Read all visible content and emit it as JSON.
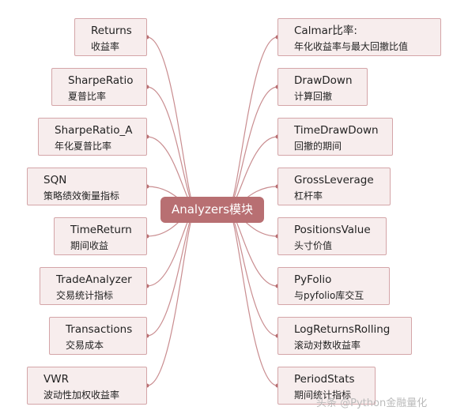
{
  "center_label": "Analyzers模块",
  "watermark": "头条 @Python金融量化",
  "colors": {
    "center": "#b86f72",
    "node_fill": "#f7eded",
    "node_border": "#d4a5a8",
    "line": "#c98d90"
  },
  "left_nodes": [
    {
      "name": "Returns",
      "desc": "收益率"
    },
    {
      "name": "SharpeRatio",
      "desc": "夏普比率"
    },
    {
      "name": "SharpeRatio_A",
      "desc": "年化夏普比率"
    },
    {
      "name": "SQN",
      "desc": "策略绩效衡量指标"
    },
    {
      "name": "TimeReturn",
      "desc": "期间收益"
    },
    {
      "name": "TradeAnalyzer",
      "desc": "交易统计指标"
    },
    {
      "name": "Transactions",
      "desc": "交易成本"
    },
    {
      "name": "VWR",
      "desc": "波动性加权收益率"
    }
  ],
  "right_nodes": [
    {
      "name": "Calmar比率:",
      "desc": "年化收益率与最大回撤比值"
    },
    {
      "name": "DrawDown",
      "desc": "计算回撤"
    },
    {
      "name": "TimeDrawDown",
      "desc": "回撤的期间"
    },
    {
      "name": "GrossLeverage",
      "desc": "杠杆率"
    },
    {
      "name": "PositionsValue",
      "desc": "头寸价值"
    },
    {
      "name": "PyFolio",
      "desc": "与pyfolio库交互"
    },
    {
      "name": "LogReturnsRolling",
      "desc": "滚动对数收益率"
    },
    {
      "name": "PeriodStats",
      "desc": "期间统计指标"
    }
  ]
}
